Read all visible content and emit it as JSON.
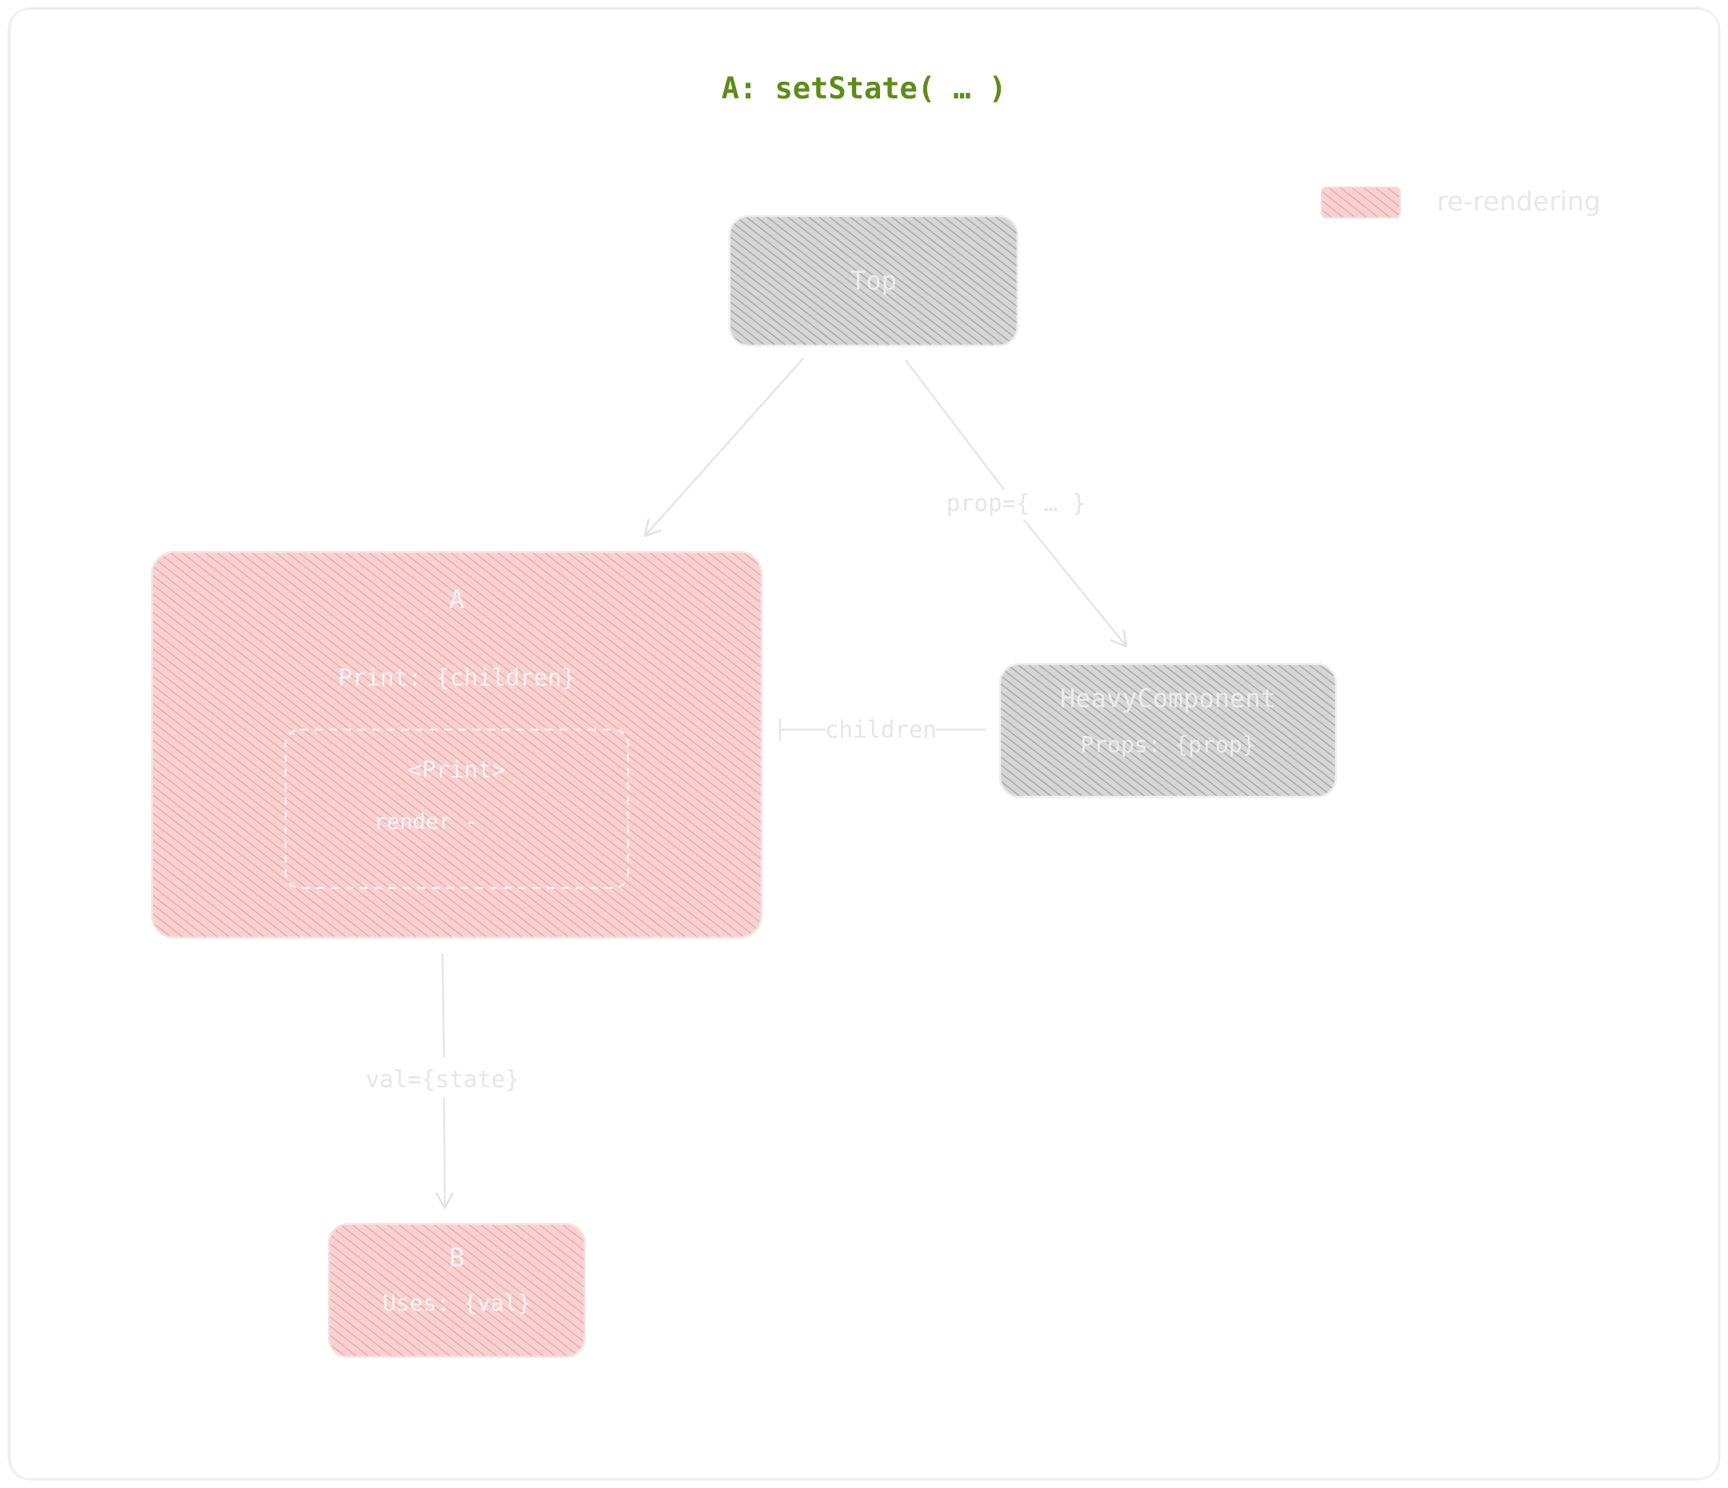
{
  "title": "A: setState( … )",
  "legend": {
    "label": "re-rendering"
  },
  "nodes": {
    "top": {
      "label": "Top"
    },
    "a": {
      "label": "A",
      "line1": "Print: {children}"
    },
    "a_inner": {
      "label": "<Print>",
      "line1": "render -"
    },
    "heavy": {
      "label": "HeavyComponent",
      "line1": "Props: {prop}"
    },
    "b": {
      "label": "B",
      "line1": "Uses: {val}"
    }
  },
  "edges": {
    "prop_label": "prop={ … }",
    "children_label": "children",
    "val_label": "val={state}"
  },
  "colors": {
    "title": "#5c8d17",
    "rerender_fill": "#f6c9c9",
    "rerender_hatch": "#f2a6a6",
    "static_fill": "#d2d2d2",
    "static_hatch": "#a3a3a3",
    "faint_text": "#ececec",
    "line": "#e6e6e6"
  }
}
